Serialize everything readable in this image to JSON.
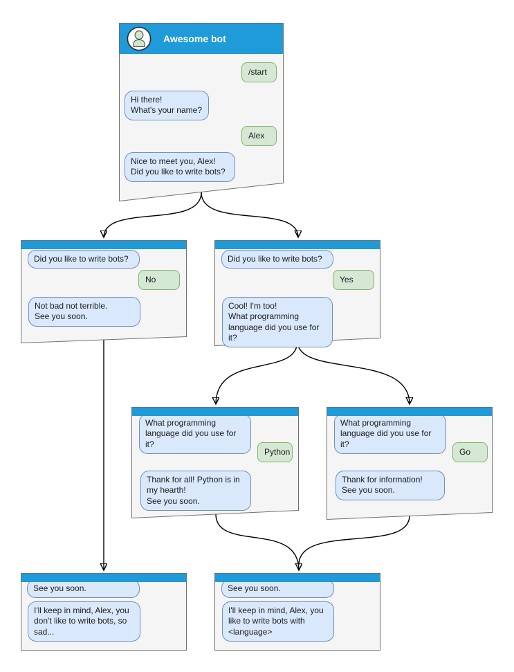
{
  "diagram": {
    "type": "chatbot-conversation-flow",
    "colors": {
      "header_blue": "#1e9bd8",
      "bot_bubble_fill": "#dae8fc",
      "bot_bubble_border": "#6c8ebf",
      "user_bubble_fill": "#d5e8d4",
      "user_bubble_border": "#82b366",
      "window_fill": "#f5f5f5",
      "window_border": "#707070",
      "connector": "#000000"
    }
  },
  "windows": {
    "main": {
      "title": "Awesome bot",
      "avatar_icon": "person-icon",
      "messages": [
        {
          "from": "user",
          "text": "/start"
        },
        {
          "from": "bot",
          "text": "Hi there!\nWhat's your name?"
        },
        {
          "from": "user",
          "text": "Alex"
        },
        {
          "from": "bot",
          "text": "Nice to meet you, Alex!\nDid you like to write bots?"
        }
      ]
    },
    "branch_no": {
      "messages": [
        {
          "from": "bot",
          "text": "Did you like to write bots?"
        },
        {
          "from": "user",
          "text": "No"
        },
        {
          "from": "bot",
          "text": "Not bad not terrible.\nSee you soon."
        }
      ]
    },
    "branch_yes": {
      "messages": [
        {
          "from": "bot",
          "text": "Did you like to write bots?"
        },
        {
          "from": "user",
          "text": "Yes"
        },
        {
          "from": "bot",
          "text": "Cool! I'm too!\nWhat programming\nlanguage did you use for it?"
        }
      ]
    },
    "branch_python": {
      "messages": [
        {
          "from": "bot",
          "text": "What programming\nlanguage did you use for it?"
        },
        {
          "from": "user",
          "text": "Python"
        },
        {
          "from": "bot",
          "text": "Thank for all! Python is in\nmy hearth!\nSee you soon."
        }
      ]
    },
    "branch_go": {
      "messages": [
        {
          "from": "bot",
          "text": "What programming\nlanguage did you use for it?"
        },
        {
          "from": "user",
          "text": "Go"
        },
        {
          "from": "bot",
          "text": "Thank for information!\nSee you soon."
        }
      ]
    },
    "end_no": {
      "messages": [
        {
          "from": "bot",
          "text": "See you soon."
        },
        {
          "from": "bot",
          "text": "I'll keep in mind, Alex, you\ndon't like to write bots, so\nsad..."
        }
      ]
    },
    "end_yes": {
      "messages": [
        {
          "from": "bot",
          "text": "See you soon."
        },
        {
          "from": "bot",
          "text": "I'll keep in mind, Alex, you\nlike to write bots with\n<language>"
        }
      ]
    }
  }
}
